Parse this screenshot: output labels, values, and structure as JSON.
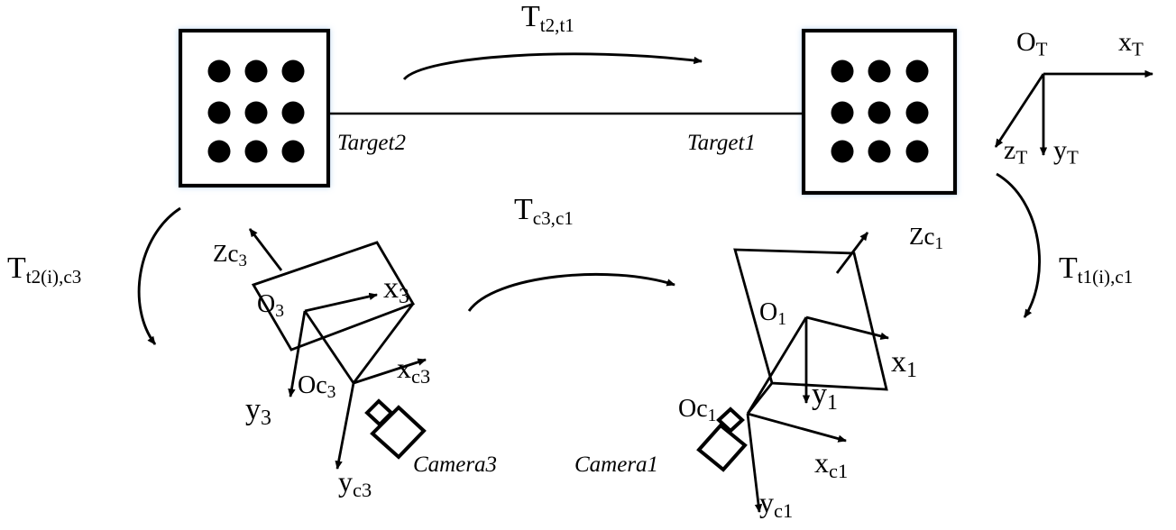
{
  "diagram": {
    "title": "Multi-camera multi-target calibration transformation diagram",
    "colors": {
      "stroke": "#000000",
      "background": "#ffffff",
      "dot_fill": "#000000",
      "dot_glow": "#cfe0f5"
    },
    "targets": [
      {
        "id": "target2",
        "label": "Target2",
        "grid_rows": 3,
        "grid_cols": 3,
        "dot_count": 9
      },
      {
        "id": "target1",
        "label": "Target1",
        "grid_rows": 3,
        "grid_cols": 3,
        "dot_count": 9
      }
    ],
    "transforms": [
      {
        "id": "t2_t1",
        "base": "T",
        "sub": "t2,t1",
        "direction": "Target2 to Target1"
      },
      {
        "id": "c3_c1",
        "base": "T",
        "sub": "c3,c1",
        "direction": "Camera3 to Camera1"
      },
      {
        "id": "t2i_c3",
        "base": "T",
        "sub": "t2(i),c3",
        "direction": "Target2 to Camera3"
      },
      {
        "id": "t1i_c1",
        "base": "T",
        "sub": "t1(i),c1",
        "direction": "Target1 to Camera1"
      }
    ],
    "target_frame": {
      "origin": "O",
      "origin_sub": "T",
      "axes": [
        {
          "name": "x",
          "sub": "T",
          "direction": "right"
        },
        {
          "name": "y",
          "sub": "T",
          "direction": "down"
        },
        {
          "name": "z",
          "sub": "T",
          "direction": "down-left"
        }
      ]
    },
    "cameras": [
      {
        "id": "camera3",
        "label": "Camera3",
        "image_plane_origin": "O",
        "image_plane_origin_sub": "3",
        "image_axes": [
          {
            "name": "x",
            "sub": "3"
          },
          {
            "name": "y",
            "sub": "3"
          }
        ],
        "camera_origin": "Oc",
        "camera_origin_sub": "3",
        "camera_axes": [
          {
            "name": "x",
            "sub": "c3"
          },
          {
            "name": "y",
            "sub": "c3"
          },
          {
            "name": "Z",
            "sub": "c3"
          }
        ],
        "optical_axis_label": "Zc",
        "optical_axis_sub": "3"
      },
      {
        "id": "camera1",
        "label": "Camera1",
        "image_plane_origin": "O",
        "image_plane_origin_sub": "1",
        "image_axes": [
          {
            "name": "x",
            "sub": "1"
          },
          {
            "name": "y",
            "sub": "1"
          }
        ],
        "camera_origin": "Oc",
        "camera_origin_sub": "1",
        "camera_axes": [
          {
            "name": "x",
            "sub": "c1"
          },
          {
            "name": "y",
            "sub": "c1"
          },
          {
            "name": "Z",
            "sub": "c1"
          }
        ],
        "optical_axis_label": "Zc",
        "optical_axis_sub": "1"
      }
    ]
  }
}
